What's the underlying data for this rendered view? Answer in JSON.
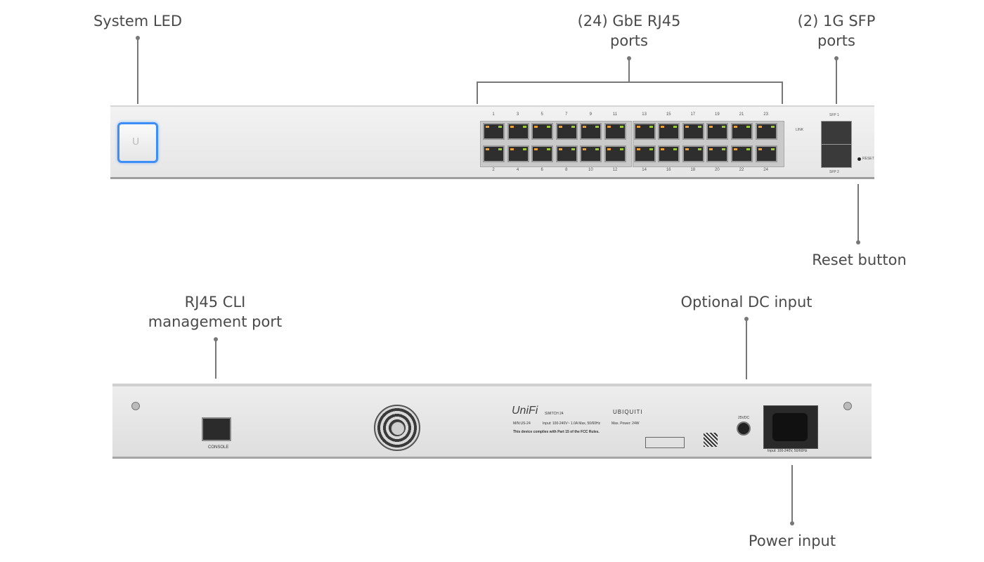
{
  "callouts": {
    "system_led": "System LED",
    "rj45_ports": [
      "(24) GbE RJ45",
      "ports"
    ],
    "sfp_ports": [
      "(2) 1G SFP",
      "ports"
    ],
    "reset_button": "Reset button",
    "cli_port": [
      "RJ45 CLI",
      "management port"
    ],
    "dc_input": "Optional DC input",
    "power_input": "Power input"
  },
  "front_panel": {
    "top_port_numbers": [
      "1",
      "3",
      "5",
      "7",
      "9",
      "11",
      "13",
      "15",
      "17",
      "19",
      "21",
      "23"
    ],
    "bottom_port_numbers": [
      "2",
      "4",
      "6",
      "8",
      "10",
      "12",
      "14",
      "16",
      "18",
      "20",
      "22",
      "24"
    ],
    "sfp1_label": "SFP 1",
    "sfp2_label": "SFP 2",
    "link_label": "LINK",
    "reset_label": "RESET",
    "led_colors": {
      "led_blue": "#3e8ef7",
      "port_led_green": "#9acd32",
      "port_led_amber": "#f0a030"
    }
  },
  "back_panel": {
    "console_label": "CONSOLE",
    "brand": "UniFi",
    "model": "SWITCH 24",
    "maker": "UBIQUITI",
    "model_number": "M/N:US-24",
    "input_rating": "Input: 100-240V~ 1.0A Max, 50/60Hz",
    "max_power": "Max. Power: 24W",
    "fcc_title": "This device complies with Part 15 of the FCC Rules.",
    "dc_label": "25VDC",
    "power_label": "Input: 100-240V, 50/60Hz"
  }
}
